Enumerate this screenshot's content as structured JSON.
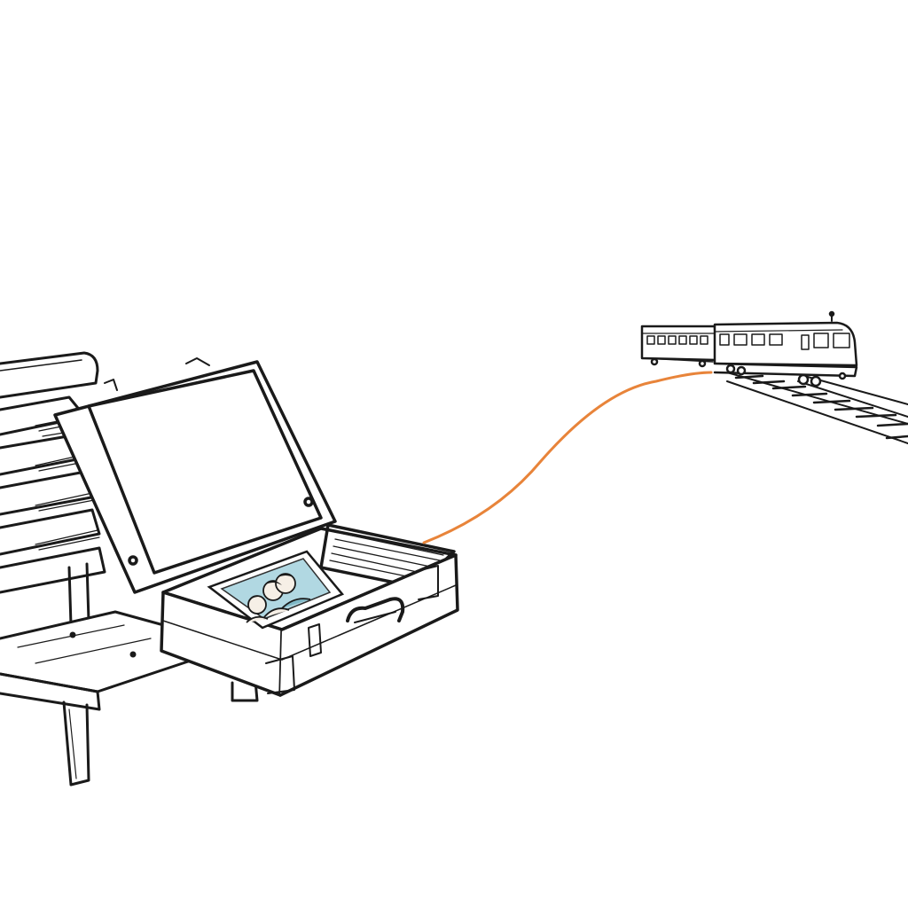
{
  "scene": {
    "background": "#ffffff",
    "ink_color": "#1a1a1a",
    "thread_color": "#e8843a",
    "photo_tint": "#a9d4df"
  },
  "elements": {
    "bench": "wooden-bench",
    "suitcase": "open-suitcase",
    "photo": "family-photo",
    "thread": "orange-thread",
    "train": "departing-train",
    "tracks": "railway-tracks"
  }
}
